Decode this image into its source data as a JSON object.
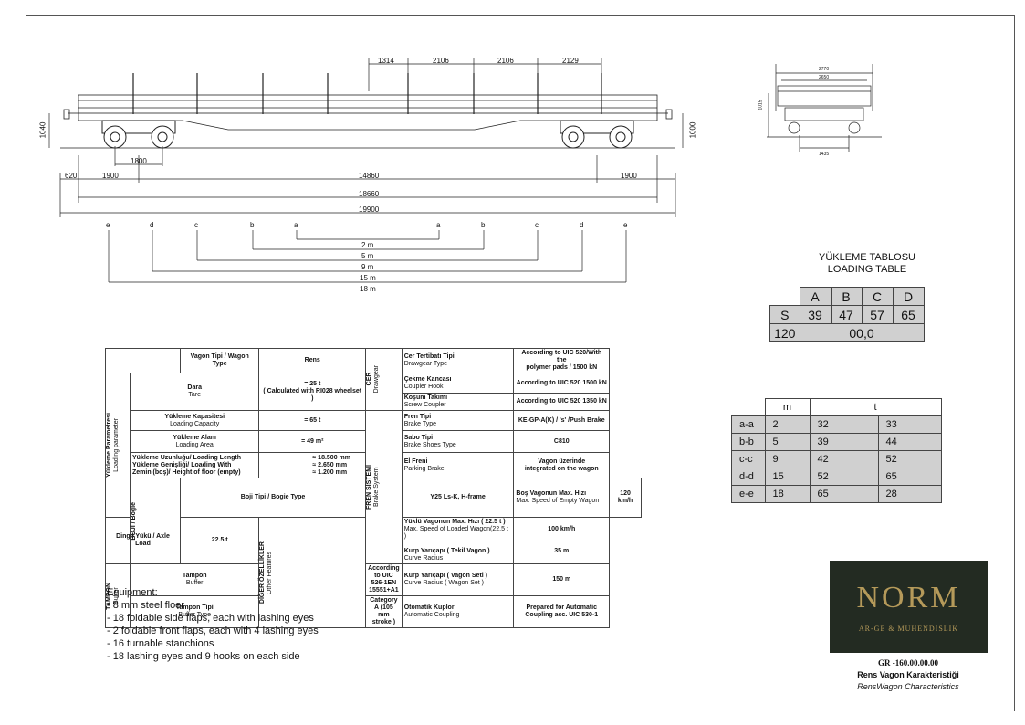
{
  "drawing": {
    "top_dims": [
      "1314",
      "2106",
      "2106",
      "2129"
    ],
    "height_left": "1040",
    "height_right": "1000",
    "bogie_spacing": "1800",
    "bottom_dims": {
      "overhang": "620",
      "left": "1900",
      "middle": "14860",
      "right": "1900"
    },
    "length_18660": "18660",
    "length_19900": "19900",
    "section_letters": [
      "e",
      "d",
      "c",
      "b",
      "a",
      "a",
      "b",
      "c",
      "d",
      "e"
    ],
    "section_spans": [
      "2 m",
      "5 m",
      "9 m",
      "15 m",
      "18 m"
    ]
  },
  "end_view": {
    "width_top": "2770",
    "width_mid": "2650",
    "height": "1015",
    "bottom_width": "1435"
  },
  "spec_table": {
    "header_type": "Vagon Tipi / Wagon Type",
    "header_value": "Rens",
    "group_load": [
      "Yükleme Parametresi",
      "Loading parameter"
    ],
    "group_bogie": "BOJİ / Bogie",
    "group_buffer": [
      "TAMPON",
      "Buffer"
    ],
    "group_cer": [
      "CER",
      "Drawgear"
    ],
    "group_brake": [
      "FREN SİSTEMİ",
      "Brake System"
    ],
    "group_other": [
      "DİĞER ÖZELLİKLER",
      "Other Features"
    ],
    "left_rows": [
      {
        "tr": "Dara",
        "en": "Tare",
        "value": "= 25 t",
        "value2": "( Calculated with RI028 wheelset )"
      },
      {
        "tr": "Yükleme Kapasitesi",
        "en": "Loading Capacity",
        "value": "= 65 t"
      },
      {
        "tr": "Yükleme Alanı",
        "en": "Loading Area",
        "value": "= 49 m²"
      },
      {
        "tr": "Yükleme Uzunluğu/ Loading Length",
        "value": "≈ 18.500 mm"
      },
      {
        "tr": "Yükleme Genişliği/ Loading With",
        "value": "≈ 2.650 mm"
      },
      {
        "tr": "Zemin  (boş)/ Height of floor (empty)",
        "value": "≈ 1.200 mm"
      },
      {
        "tr": "Boji Tipi / Bogie Type",
        "value": "Y25 Ls-K, H-frame"
      },
      {
        "tr": "Dingil Yükü / Axle Load",
        "value": "22.5 t"
      },
      {
        "tr": "Tampon",
        "en": "Buffer",
        "value": "According to UIC 526-1EN 15551+A1"
      },
      {
        "tr": "Tampon Tipi",
        "en": "Buffer Type",
        "value": "Category A (105 mm stroke )"
      }
    ],
    "right_rows": [
      {
        "tr": "Cer Tertibatı Tipi",
        "en": "Drawgear Type",
        "value": "According to UIC 520/With the",
        "value2": "polymer pads / 1500 kN"
      },
      {
        "tr": "Çekme Kancası",
        "en": "Coupler Hook",
        "value": "According to UIC 520 1500 kN"
      },
      {
        "tr": "Koşum Takımı",
        "en": "Screw Coupler",
        "value": "According to UIC 520 1350 kN"
      },
      {
        "tr": "Fren Tipi",
        "en": "Brake Type",
        "value": "KE-GP-A(K) / 's' /Push Brake"
      },
      {
        "tr": "Sabo Tipi",
        "en": "Brake Shoes Type",
        "value": "C810"
      },
      {
        "tr": "El Freni",
        "en": "Parking Brake",
        "value": "Vagon üzerinde",
        "value2": "integrated on the wagon"
      },
      {
        "tr": "Boş Vagonun Max. Hızı",
        "en": "Max. Speed of Empty Wagon",
        "value": "120 km/h"
      },
      {
        "tr": "Yüklü Vagonun Max. Hızı ( 22.5 t )",
        "en": "Max. Speed of Loaded Wagon(22,5 t )",
        "value": "100 km/h"
      },
      {
        "tr": "Kurp Yarıçapı ( Tekil Vagon )",
        "en": "Curve Radius",
        "value": "35 m"
      },
      {
        "tr": "Kurp Yarıçapı ( Vagon Seti )",
        "en": "Curve Radius ( Wagon Set )",
        "value": "150 m"
      },
      {
        "tr": "Otomatik Kuplor",
        "en": "Automatic Coupling",
        "value": "Prepared for Automatic",
        "value2": "Coupling acc. UIC 530-1"
      }
    ]
  },
  "loading_table": {
    "title_tr": "YÜKLEME TABLOSU",
    "title_en": "LOADING TABLE",
    "cols": [
      "A",
      "B",
      "C",
      "D"
    ],
    "row_label": "S",
    "values": [
      "39",
      "47",
      "57",
      "65"
    ],
    "speed": "120",
    "result": "00,0"
  },
  "moment_table": {
    "col_m": "m",
    "col_t": "t",
    "rows": [
      {
        "label": "a-a",
        "m": "2",
        "t1": "32",
        "t2": "33"
      },
      {
        "label": "b-b",
        "m": "5",
        "t1": "39",
        "t2": "44"
      },
      {
        "label": "c-c",
        "m": "9",
        "t1": "42",
        "t2": "52"
      },
      {
        "label": "d-d",
        "m": "15",
        "t1": "52",
        "t2": "65"
      },
      {
        "label": "e-e",
        "m": "18",
        "t1": "65",
        "t2": "28"
      }
    ]
  },
  "equipment": {
    "title": "Equipment:",
    "items": [
      "- 8 mm steel floor",
      "- 18 foldable side flaps, each with lashing eyes",
      "- 2 foldable front flaps, each with 4 lashing eyes",
      "- 16 turnable stanchions",
      "- 18 lashing eyes and 9 hooks on each side"
    ]
  },
  "logo": {
    "name": "NORM",
    "subtitle": "AR-GE & MÜHENDİSLİK",
    "color": "#b59a5a",
    "bg": "#232b22"
  },
  "title_block": {
    "code": "GR -160.00.00.00",
    "title_tr": "Rens Vagon Karakteristiği",
    "title_en": "RensWagon Characteristics"
  }
}
